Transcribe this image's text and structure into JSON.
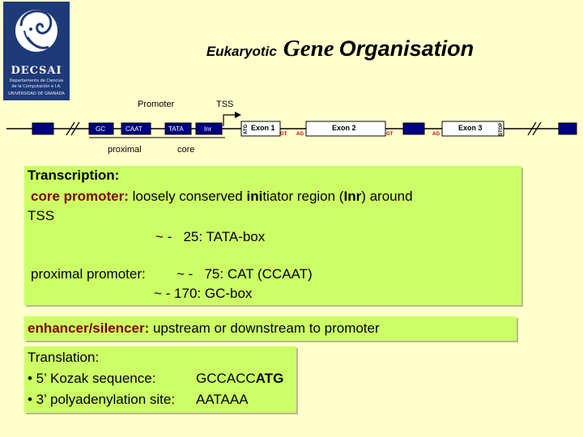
{
  "logo": {
    "title": "DECSAI",
    "subtitle_1": "Departamento de Ciencias",
    "subtitle_2": "de la Computación e I.A.",
    "subtitle_3": "UNIVERSIDAD DE GRANADA"
  },
  "title": {
    "part1": "Eukaryotic",
    "part2": "Gene",
    "part3": "Organisation"
  },
  "diagram": {
    "label_promoter": "Promoter",
    "label_tss": "TSS",
    "label_proximal": "proximal",
    "label_core": "core",
    "box_gc": "GC",
    "box_caat": "CAAT",
    "box_tata": "TATA",
    "box_inr": "Inr",
    "atg": "ATG",
    "exon1": "Exon 1",
    "exon2": "Exon 2",
    "exon3": "Exon 3",
    "stop": "STOP",
    "gt1": "GT",
    "ag1": "AG",
    "gt2": "GT",
    "ag2": "AG",
    "colors": {
      "promoter_box": "#000080",
      "exon": "#ffffff",
      "splice_site": "#cc0000"
    }
  },
  "transcription": {
    "heading": "Transcription:",
    "core_label": "core promoter:",
    "core_text_a": "loosely conserved ",
    "core_text_ini": "ini",
    "core_text_b": "tiator region (",
    "core_text_inr": "Inr",
    "core_text_c": ") around",
    "core_text_tss": "TSS",
    "tata": "~ -   25: TATA-box",
    "proximal_label": "proximal promoter:",
    "caat": "~ -   75: CAT (CCAAT)",
    "gc": "~ - 170: GC-box"
  },
  "enhancer": {
    "label": "enhancer/silencer:",
    "text": " upstream or downstream to promoter"
  },
  "translation": {
    "heading": "Translation:",
    "kozak_label": "• 5’ Kozak sequence:",
    "kozak_seq_a": "GCCACC",
    "kozak_seq_b": "ATG",
    "polya_label": "• 3’ polyadenylation site:",
    "polya_seq": "AATAAA"
  }
}
